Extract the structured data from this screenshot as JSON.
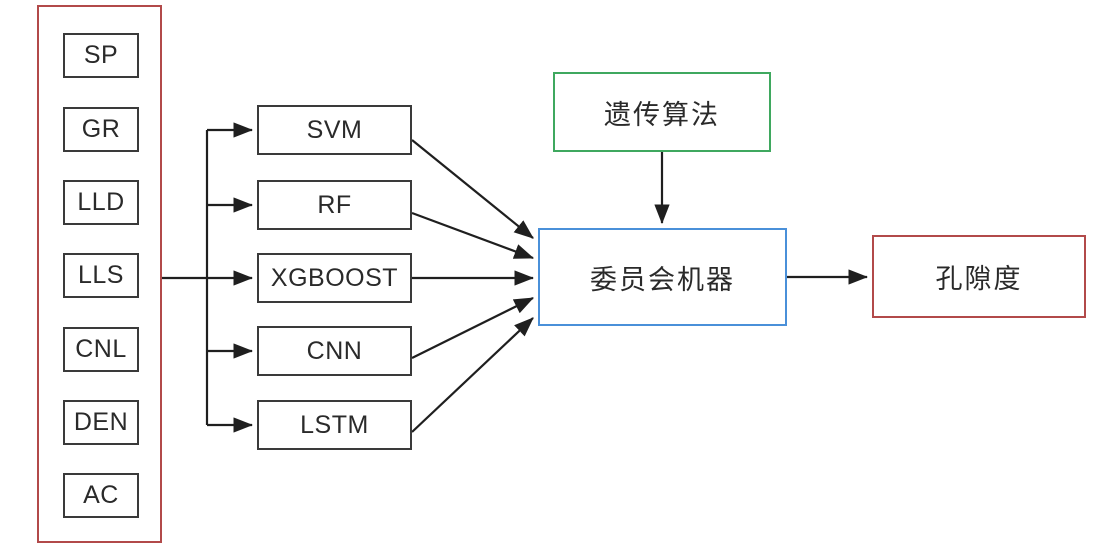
{
  "diagram": {
    "title": "Committee machine porosity prediction workflow",
    "colors": {
      "red": "#b24a4a",
      "green": "#3fa85f",
      "blue": "#4a90d9",
      "outline": "#3a3a3a",
      "arrow": "#1f1f1f",
      "background": "#ffffff"
    },
    "input_group": {
      "label": "well-log-inputs",
      "items": [
        {
          "label": "SP"
        },
        {
          "label": "GR"
        },
        {
          "label": "LLD"
        },
        {
          "label": "LLS"
        },
        {
          "label": "CNL"
        },
        {
          "label": "DEN"
        },
        {
          "label": "AC"
        }
      ]
    },
    "models": [
      {
        "label": "SVM"
      },
      {
        "label": "RF"
      },
      {
        "label": "XGBOOST"
      },
      {
        "label": "CNN"
      },
      {
        "label": "LSTM"
      }
    ],
    "optimizer": {
      "label": "遗传算法"
    },
    "combiner": {
      "label": "委员会机器"
    },
    "output": {
      "label": "孔隙度"
    }
  }
}
